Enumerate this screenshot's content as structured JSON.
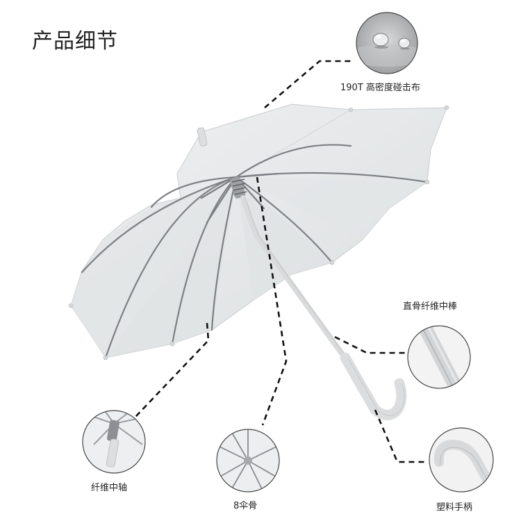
{
  "page": {
    "title": "产品细节"
  },
  "callouts": {
    "fabric": "190T 高密度碰击布",
    "shaft": "直骨纤维中棒",
    "center_shaft": "纤维中轴",
    "ribs": "8伞骨",
    "handle": "塑料手柄"
  },
  "colors": {
    "canopy": "#e6e8e9",
    "rib": "#7c7f83",
    "shaft": "#d9dadb",
    "line": "#111111"
  }
}
